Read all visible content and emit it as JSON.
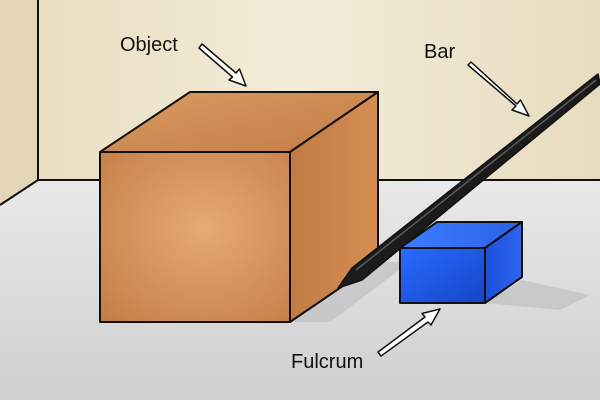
{
  "labels": {
    "object": "Object",
    "bar": "Bar",
    "fulcrum": "Fulcrum"
  },
  "colors": {
    "wall": "#efe6cf",
    "floor": "#dcdcdc",
    "object_front": "#d3894f",
    "object_top": "#c9834c",
    "object_side": "#c47a40",
    "fulcrum": "#1f5cf0",
    "bar": "#1b1b1b",
    "outline": "#111111"
  }
}
